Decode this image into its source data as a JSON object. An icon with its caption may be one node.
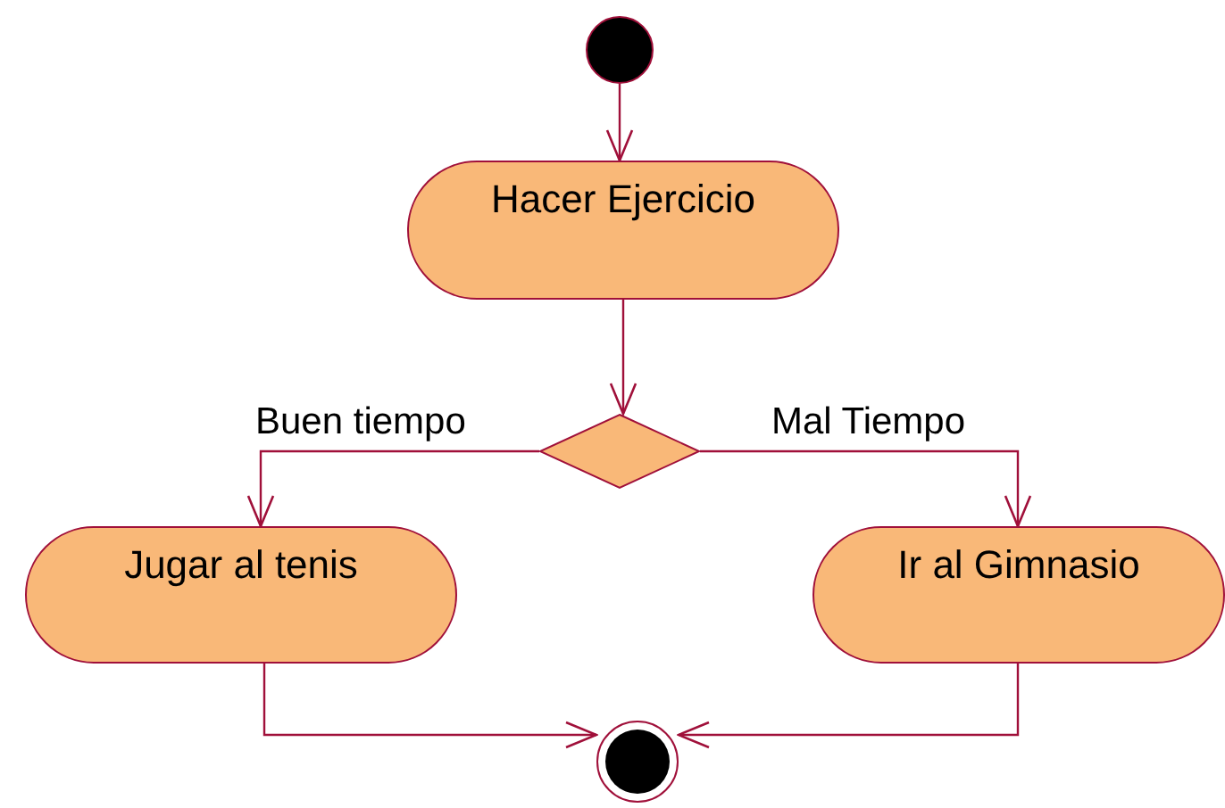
{
  "diagram": {
    "nodes": [
      {
        "text": [],
        "shape": "circle"
      },
      {
        "text": [
          "Hacer Ejercicio"
        ]
      },
      {
        "text": [],
        "shape": "diamond"
      },
      {
        "text": [
          "Jugar al tenis"
        ]
      },
      {
        "text": [
          "Ir al Gimnasio"
        ]
      },
      {
        "text": [],
        "shape": "circle"
      }
    ],
    "edges": [
      {
        "from": 0,
        "to": 1,
        "arrow": "to"
      },
      {
        "from": 1,
        "to": 2,
        "arrow": "to"
      },
      {
        "from": 2,
        "to": 3,
        "arrow": "to",
        "label": "Buen tiempo"
      },
      {
        "from": 2,
        "to": 4,
        "arrow": "to",
        "label": "Mal Tiempo"
      },
      {
        "from": 3,
        "to": 5,
        "arrow": "to"
      },
      {
        "from": 4,
        "to": 5,
        "arrow": "to"
      }
    ]
  }
}
